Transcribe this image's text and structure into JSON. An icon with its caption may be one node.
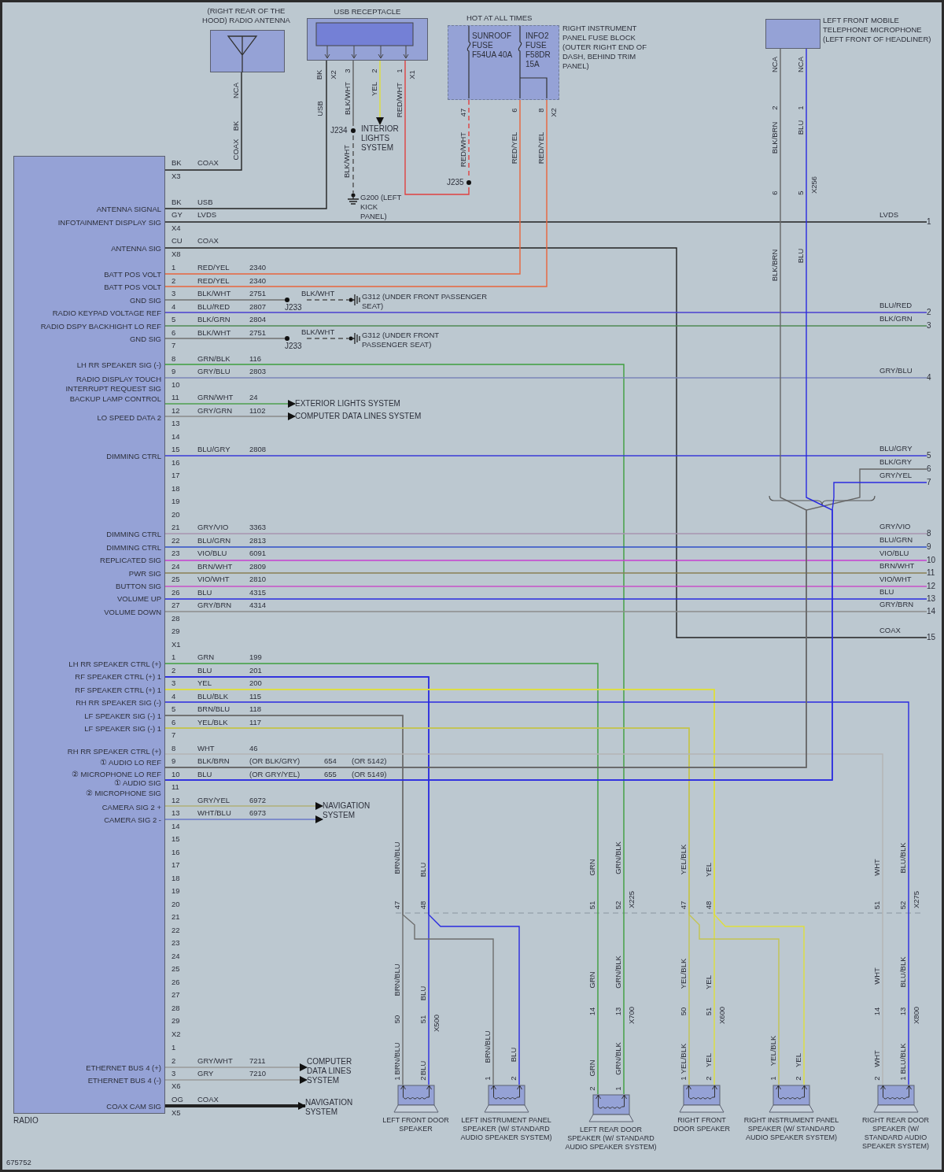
{
  "diagram": {
    "nodes": [
      {
        "text": [
          "(RIGHT REAR OF THE HOOD) RADIO ANTENNA"
        ]
      },
      {
        "text": [
          "USB RECEPTACLE"
        ]
      },
      {
        "text": [
          "HOT AT ALL TIMES",
          "RIGHT INSTRUMENT PANEL FUSE BLOCK (OUTER RIGHT END OF DASH, BEHIND TRIM PANEL)"
        ]
      },
      {
        "text": [
          "SUNROOF FUSE F54UA 40A"
        ],
        "in": 2
      },
      {
        "text": [
          "INFO2 FUSE F58DR 15A"
        ],
        "in": 2
      },
      {
        "text": [
          "LEFT FRONT MOBILE TELEPHONE MICROPHONE (LEFT FRONT OF HEADLINER)"
        ]
      },
      {
        "text": [
          "RADIO",
          "ANTENNA SIGNAL",
          "INFOTAINMENT DISPLAY SIG",
          "ANTENNA SIG",
          "BATT POS VOLT",
          "BATT POS VOLT",
          "GND SIG",
          "RADIO KEYPAD VOLTAGE REF",
          "RADIO DSPY BACKHIGHT LO REF",
          "GND SIG",
          "LH RR SPEAKER SIG (-)",
          "RADIO DISPLAY TOUCH INTERRUPT REQUEST SIG",
          "BACKUP LAMP CONTROL",
          "LO SPEED DATA 2",
          "DIMMING CTRL",
          "DIMMING CTRL",
          "DIMMING CTRL",
          "REPLICATED SIG",
          "PWR SIG",
          "BUTTON SIG",
          "VOLUME UP",
          "VOLUME DOWN",
          "LH RR SPEAKER CTRL (+)",
          "RF SPEAKER CTRL (+) 1",
          "RF SPEAKER CTRL (+) 1",
          "RH RR SPEAKER SIG (-)",
          "LF SPEAKER SIG (-) 1",
          "LF SPEAKER SIG (-) 1",
          "RH RR SPEAKER CTRL (+)",
          "① AUDIO LO REF",
          "② MICROPHONE LO REF",
          "① AUDIO SIG",
          "② MICROPHONE SIG",
          "CAMERA SIG 2 +",
          "CAMERA SIG 2 -",
          "ETHERNET BUS 4 (+)",
          "ETHERNET BUS 4 (-)",
          "COAX CAM SIG"
        ]
      },
      {
        "text": [
          "J234"
        ]
      },
      {
        "text": [
          "INTERIOR LIGHTS SYSTEM"
        ]
      },
      {
        "text": [
          "G200 (LEFT KICK PANEL)"
        ]
      },
      {
        "text": [
          "J235"
        ]
      },
      {
        "text": [
          "J233"
        ]
      },
      {
        "text": [
          "G312 (UNDER FRONT PASSENGER SEAT)"
        ]
      },
      {
        "text": [
          "J233"
        ]
      },
      {
        "text": [
          "G312 (UNDER FRONT PASSENGER SEAT)"
        ]
      },
      {
        "text": [
          "EXTERIOR LIGHTS SYSTEM"
        ]
      },
      {
        "text": [
          "COMPUTER DATA LINES SYSTEM"
        ]
      },
      {
        "text": [
          "NAVIGATION SYSTEM"
        ]
      },
      {
        "text": [
          "COMPUTER DATA LINES SYSTEM"
        ]
      },
      {
        "text": [
          "NAVIGATION SYSTEM"
        ]
      },
      {
        "text": [
          "LEFT FRONT DOOR SPEAKER"
        ]
      },
      {
        "text": [
          "LEFT INSTRUMENT PANEL SPEAKER (W/ STANDARD AUDIO SPEAKER SYSTEM)"
        ]
      },
      {
        "text": [
          "LEFT REAR DOOR SPEAKER (W/ STANDARD AUDIO SPEAKER SYSTEM)"
        ]
      },
      {
        "text": [
          "RIGHT FRONT DOOR SPEAKER"
        ]
      },
      {
        "text": [
          "RIGHT INSTRUMENT PANEL SPEAKER (W/ STANDARD AUDIO SPEAKER SYSTEM)"
        ]
      },
      {
        "text": [
          "RIGHT REAR DOOR SPEAKER (W/ STANDARD AUDIO SPEAKER SYSTEM)"
        ]
      },
      {
        "text": [
          "1"
        ]
      },
      {
        "text": [
          "2"
        ]
      },
      {
        "text": [
          "3"
        ]
      },
      {
        "text": [
          "4"
        ]
      },
      {
        "text": [
          "5"
        ]
      },
      {
        "text": [
          "6"
        ]
      },
      {
        "text": [
          "7"
        ]
      },
      {
        "text": [
          "8"
        ]
      },
      {
        "text": [
          "9"
        ]
      },
      {
        "text": [
          "10"
        ]
      },
      {
        "text": [
          "11"
        ]
      },
      {
        "text": [
          "12"
        ]
      },
      {
        "text": [
          "13"
        ]
      },
      {
        "text": [
          "14"
        ]
      },
      {
        "text": [
          "15"
        ]
      }
    ],
    "edges": [
      {
        "from": 6,
        "to": 0,
        "arrow": "none",
        "color": "#222222"
      },
      {
        "from": 6,
        "to": 1,
        "arrow": "none",
        "color": "#222222"
      },
      {
        "from": 6,
        "to": 26,
        "arrow": "none",
        "color": "#222222"
      },
      {
        "from": 6,
        "to": 40,
        "arrow": "none",
        "color": "#222222"
      },
      {
        "from": 6,
        "to": 2,
        "arrow": "none",
        "color": "#e8643c"
      },
      {
        "from": 6,
        "to": 2,
        "arrow": "none",
        "color": "#e8643c"
      },
      {
        "from": 6,
        "to": 11,
        "arrow": "none",
        "color": "#707070"
      },
      {
        "from": 11,
        "to": 12,
        "arrow": "none",
        "style": "dashed",
        "color": "#505050"
      },
      {
        "from": 6,
        "to": 27,
        "arrow": "none",
        "color": "#4a3fd0"
      },
      {
        "from": 6,
        "to": 28,
        "arrow": "none",
        "color": "#4f8a55"
      },
      {
        "from": 6,
        "to": 13,
        "arrow": "none",
        "color": "#707070"
      },
      {
        "from": 13,
        "to": 14,
        "arrow": "none",
        "style": "dashed",
        "color": "#505050"
      },
      {
        "from": 6,
        "to": 22,
        "arrow": "none",
        "color": "#3e9e3e"
      },
      {
        "from": 6,
        "to": 29,
        "arrow": "none",
        "color": "#7b86b8"
      },
      {
        "from": 6,
        "to": 15,
        "arrow": "to",
        "color": "#4ea04e"
      },
      {
        "from": 6,
        "to": 16,
        "arrow": "to",
        "color": "#8a8a8a"
      },
      {
        "from": 6,
        "to": 30,
        "arrow": "none",
        "color": "#3a3ad8"
      },
      {
        "from": 6,
        "to": 33,
        "arrow": "none",
        "color": "#a895b0"
      },
      {
        "from": 6,
        "to": 34,
        "arrow": "none",
        "color": "#2f4fc8"
      },
      {
        "from": 6,
        "to": 35,
        "arrow": "none",
        "color": "#c63fd0"
      },
      {
        "from": 6,
        "to": 36,
        "arrow": "none",
        "color": "#8a7f55"
      },
      {
        "from": 6,
        "to": 37,
        "arrow": "none",
        "color": "#c850c8"
      },
      {
        "from": 6,
        "to": 38,
        "arrow": "none",
        "color": "#2a2ae0"
      },
      {
        "from": 6,
        "to": 39,
        "arrow": "none",
        "color": "#8c8c8c"
      },
      {
        "from": 6,
        "to": 22,
        "arrow": "none",
        "color": "#3e9e3e"
      },
      {
        "from": 6,
        "to": 20,
        "arrow": "none",
        "color": "#2a2ae0"
      },
      {
        "from": 6,
        "to": 21,
        "arrow": "none",
        "color": "#2a2ae0"
      },
      {
        "from": 6,
        "to": 23,
        "arrow": "none",
        "color": "#dede3c"
      },
      {
        "from": 6,
        "to": 24,
        "arrow": "none",
        "color": "#dede3c"
      },
      {
        "from": 6,
        "to": 25,
        "arrow": "none",
        "color": "#2a2ae0"
      },
      {
        "from": 6,
        "to": 20,
        "arrow": "none",
        "color": "#6e6e6e"
      },
      {
        "from": 6,
        "to": 21,
        "arrow": "none",
        "color": "#6e6e6e"
      },
      {
        "from": 6,
        "to": 23,
        "arrow": "none",
        "color": "#c4c450"
      },
      {
        "from": 6,
        "to": 24,
        "arrow": "none",
        "color": "#c4c450"
      },
      {
        "from": 6,
        "to": 25,
        "arrow": "none",
        "color": "#b4b4b4"
      },
      {
        "from": 6,
        "to": 5,
        "arrow": "none",
        "color": "#666666"
      },
      {
        "from": 6,
        "to": 31,
        "arrow": "none",
        "color": "#666666"
      },
      {
        "from": 6,
        "to": 5,
        "arrow": "none",
        "color": "#2a2ae0"
      },
      {
        "from": 6,
        "to": 32,
        "arrow": "none",
        "color": "#2a2ae0"
      },
      {
        "from": 6,
        "to": 17,
        "arrow": "to",
        "color": "#b0b078"
      },
      {
        "from": 6,
        "to": 17,
        "arrow": "to",
        "color": "#6a78c8"
      },
      {
        "from": 6,
        "to": 18,
        "arrow": "to",
        "color": "#9a9a9a"
      },
      {
        "from": 6,
        "to": 18,
        "arrow": "to",
        "color": "#9a9a9a"
      },
      {
        "from": 6,
        "to": 19,
        "arrow": "to",
        "style": "thick",
        "color": "#222222"
      },
      {
        "from": 1,
        "to": 7,
        "arrow": "none",
        "color": "#606060"
      },
      {
        "from": 7,
        "to": 9,
        "arrow": "none",
        "style": "dashed",
        "color": "#505050"
      },
      {
        "from": 1,
        "to": 8,
        "arrow": "to",
        "color": "#dede3c"
      },
      {
        "from": 1,
        "to": 10,
        "arrow": "none",
        "color": "#e04040"
      },
      {
        "from": 2,
        "to": 10,
        "arrow": "none",
        "style": "dashed",
        "color": "#e04040"
      }
    ],
    "labels": [
      "NCA",
      "BK",
      "COAX",
      "BK",
      "X2",
      "3",
      "2",
      "1",
      "X1",
      "USB",
      "BLK/WHT",
      "YEL",
      "RED/WHT",
      "BLK/WHT",
      "47",
      "RED/WHT",
      "6",
      "RED/YEL",
      "8",
      "X2",
      "RED/YEL",
      "NCA",
      "NCA",
      "2",
      "1",
      "BLK/BRN",
      "BLU",
      "6",
      "5",
      "X256",
      "BLK/BRN",
      "BLU",
      "BK",
      "COAX",
      "X3",
      "BK",
      "USB",
      "GY",
      "LVDS",
      "X4",
      "CU",
      "COAX",
      "X8",
      "1",
      "RED/YEL",
      "2340",
      "2",
      "RED/YEL",
      "2340",
      "3",
      "BLK/WHT",
      "2751",
      "BLK/WHT",
      "4",
      "BLU/RED",
      "2807",
      "5",
      "BLK/GRN",
      "2804",
      "6",
      "BLK/WHT",
      "2751",
      "BLK/WHT",
      "7",
      "8",
      "GRN/BLK",
      "116",
      "9",
      "GRY/BLU",
      "2803",
      "10",
      "11",
      "GRN/WHT",
      "24",
      "12",
      "GRY/GRN",
      "1102",
      "13",
      "14",
      "15",
      "BLU/GRY",
      "2808",
      "16",
      "17",
      "18",
      "19",
      "20",
      "21",
      "GRY/VIO",
      "3363",
      "22",
      "BLU/GRN",
      "2813",
      "23",
      "VIO/BLU",
      "6091",
      "24",
      "BRN/WHT",
      "2809",
      "25",
      "VIO/WHT",
      "2810",
      "26",
      "BLU",
      "4315",
      "27",
      "GRY/BRN",
      "4314",
      "28",
      "29",
      "X1",
      "1",
      "GRN",
      "199",
      "2",
      "BLU",
      "201",
      "3",
      "YEL",
      "200",
      "4",
      "BLU/BLK",
      "115",
      "5",
      "BRN/BLU",
      "118",
      "6",
      "YEL/BLK",
      "117",
      "7",
      "8",
      "WHT",
      "46",
      "9",
      "BLK/BRN",
      "(OR BLK/GRY)",
      "654",
      "(OR 5142)",
      "10",
      "BLU",
      "(OR GRY/YEL)",
      "655",
      "(OR 5149)",
      "11",
      "12",
      "GRY/YEL",
      "6972",
      "13",
      "WHT/BLU",
      "6973",
      "14",
      "15",
      "16",
      "17",
      "18",
      "19",
      "20",
      "21",
      "22",
      "23",
      "24",
      "25",
      "26",
      "27",
      "28",
      "29",
      "X2",
      "1",
      "2",
      "GRY/WHT",
      "7211",
      "3",
      "GRY",
      "7210",
      "X6",
      "OG",
      "COAX",
      "X5",
      "LVDS",
      "BLU/RED",
      "BLK/GRN",
      "GRY/BLU",
      "BLU/GRY",
      "BLK/GRY",
      "GRY/YEL",
      "GRY/VIO",
      "BLU/GRN",
      "VIO/BLU",
      "BRN/WHT",
      "VIO/WHT",
      "BLU",
      "GRY/BRN",
      "COAX",
      "BRN/BLU",
      "BLU",
      "47",
      "48",
      "BRN/BLU",
      "BLU",
      "50",
      "51",
      "X500",
      "BRN/BLU",
      "BLU",
      "1",
      "2",
      "BRN/BLU",
      "BLU",
      "1",
      "2",
      "GRN",
      "GRN/BLK",
      "51",
      "52",
      "X225",
      "GRN",
      "GRN/BLK",
      "14",
      "13",
      "X700",
      "GRN",
      "GRN/BLK",
      "2",
      "1",
      "YEL/BLK",
      "YEL",
      "47",
      "48",
      "YEL/BLK",
      "YEL",
      "50",
      "51",
      "X600",
      "YEL/BLK",
      "YEL",
      "1",
      "2",
      "YEL/BLK",
      "YEL",
      "1",
      "2",
      "WHT",
      "BLU/BLK",
      "51",
      "52",
      "X275",
      "WHT",
      "BLU/BLK",
      "14",
      "13",
      "X800",
      "WHT",
      "BLU/BLK",
      "2",
      "1",
      "675752"
    ]
  }
}
